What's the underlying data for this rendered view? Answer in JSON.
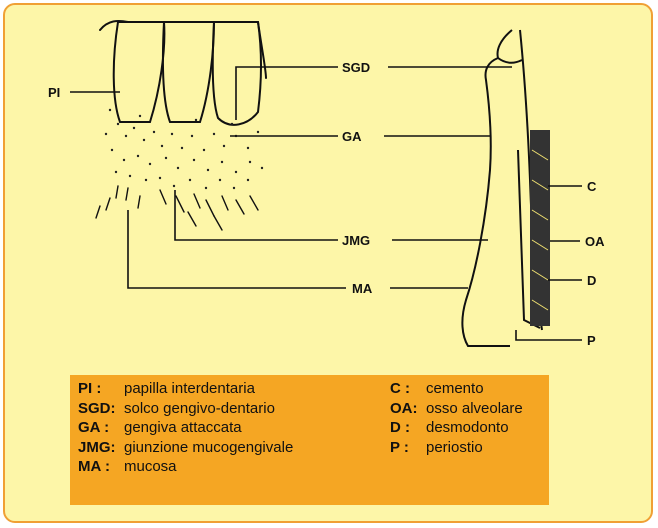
{
  "labels": {
    "pi": "PI",
    "sgd": "SGD",
    "ga": "GA",
    "jmg": "JMG",
    "ma": "MA",
    "c": "C",
    "oa": "OA",
    "d": "D",
    "p": "P"
  },
  "legend": {
    "left": [
      {
        "key": "PI   :",
        "text": "papilla interdentaria"
      },
      {
        "key": "SGD:",
        "text": "solco gengivo-dentario"
      },
      {
        "key": "GA  :",
        "text": "gengiva attaccata"
      },
      {
        "key": "JMG:",
        "text": "giunzione mucogengivale"
      },
      {
        "key": "MA  :",
        "text": "mucosa"
      }
    ],
    "right": [
      {
        "key": "C  :",
        "text": "cemento"
      },
      {
        "key": "OA:",
        "text": "osso alveolare"
      },
      {
        "key": "D  :",
        "text": "desmodonto"
      },
      {
        "key": "P  :",
        "text": "periostio"
      }
    ]
  },
  "colors": {
    "background": "#fdf6a8",
    "border": "#f0a034",
    "legend_box": "#f5a623"
  }
}
